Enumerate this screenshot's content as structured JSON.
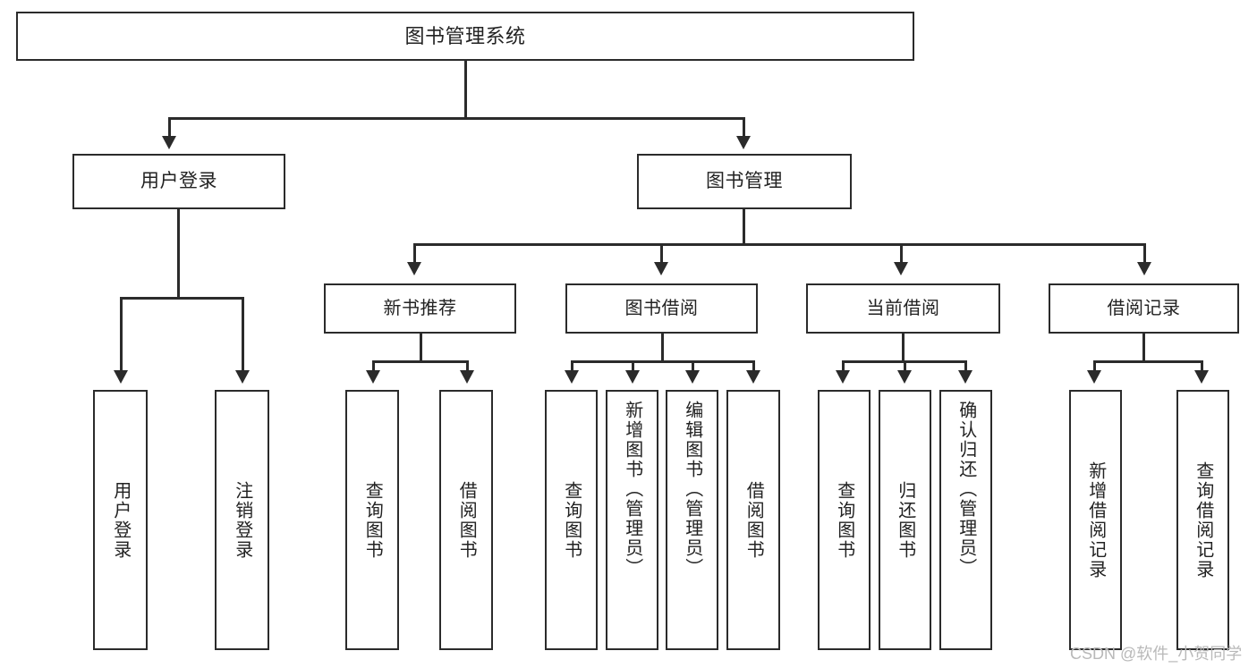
{
  "diagram": {
    "title": "图书管理系统",
    "type": "hierarchy-tree",
    "root": {
      "label": "图书管理系统"
    },
    "level2": [
      {
        "label": "用户登录"
      },
      {
        "label": "图书管理"
      }
    ],
    "level3": [
      {
        "label": "新书推荐"
      },
      {
        "label": "图书借阅"
      },
      {
        "label": "当前借阅"
      },
      {
        "label": "借阅记录"
      }
    ],
    "leaves": {
      "user_login": [
        {
          "label": "用户登录"
        },
        {
          "label": "注销登录"
        }
      ],
      "new_book_recommend": [
        {
          "label": "查询图书"
        },
        {
          "label": "借阅图书"
        }
      ],
      "book_borrow": [
        {
          "label": "查询图书"
        },
        {
          "label": "新增图书（管理员）"
        },
        {
          "label": "编辑图书（管理员）"
        },
        {
          "label": "借阅图书"
        }
      ],
      "current_borrow": [
        {
          "label": "查询图书"
        },
        {
          "label": "归还图书"
        },
        {
          "label": "确认归还（管理员）"
        }
      ],
      "borrow_record": [
        {
          "label": "新增借阅记录"
        },
        {
          "label": "查询借阅记录"
        }
      ]
    }
  },
  "watermark": {
    "text": "CSDN @软件_小贺同学"
  },
  "colors": {
    "stroke": "#2b2b2b",
    "fill": "#ffffff",
    "text": "#222222",
    "watermark": "#b9b9b9"
  }
}
